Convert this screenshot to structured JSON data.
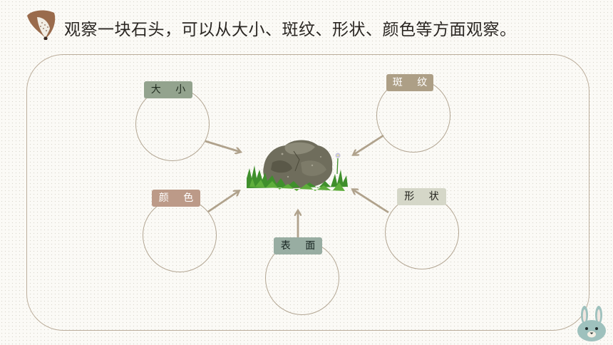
{
  "title": "观察一块石头，可以从大小、斑纹、形状、颜色等方面观察。",
  "aspects": {
    "size": "大 小",
    "pattern": "斑 纹",
    "color": "颜 色",
    "shape": "形 状",
    "surface": "表 面"
  },
  "colors": {
    "size_tag": "#93a38e",
    "pattern_tag": "#ad9f86",
    "color_tag": "#bc9a88",
    "shape_tag": "#d5d7c8",
    "surface_tag": "#98ada2",
    "arrow": "#b0a28c",
    "frame": "#bcae9c"
  },
  "icons": [
    "hedgehog-icon",
    "rock-illustration",
    "bunny-icon"
  ]
}
